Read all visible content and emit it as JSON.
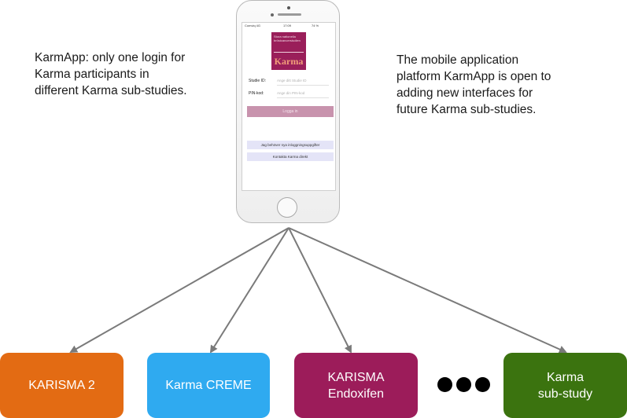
{
  "captions": {
    "left": "KarmApp: only one login for\nKarma participants in\ndifferent Karma sub-studies.",
    "right": "The mobile application\nplatform KarmApp is open to\nadding new interfaces for\nfuture Karma sub-studies."
  },
  "phone": {
    "status_carrier": "Comviq  4G",
    "status_time": "17:09",
    "status_battery": "74 %",
    "logo_text": "Stora nationella\nbröstcancerstudien",
    "logo_word": "Karma",
    "studie_id_label": "Studie ID:",
    "studie_id_placeholder": "Ange ditt Studie ID",
    "pin_label": "PIN-kod:",
    "pin_placeholder": "Ange din PIN-kod",
    "login_button": "Logga in",
    "new_credentials_button": "Jag behöver nya inloggningsuppgifter",
    "contact_button": "Kontakta Karma direkt"
  },
  "boxes": [
    {
      "label": "KARISMA 2",
      "color": "#e36b13"
    },
    {
      "label": "Karma CREME",
      "color": "#2faaf0"
    },
    {
      "label": "KARISMA\nEndoxifen",
      "color": "#9c1c5a"
    },
    {
      "label": "Karma\nsub-study",
      "color": "#3b730f"
    }
  ],
  "colors": {
    "arrow": "#7a7a7a"
  }
}
